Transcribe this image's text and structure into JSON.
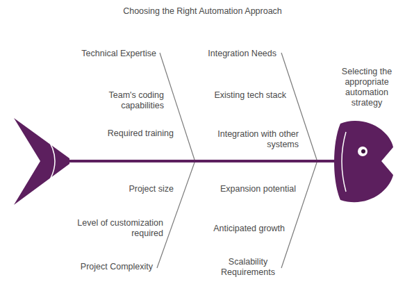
{
  "diagram": {
    "title": "Choosing the Right Automation Approach",
    "labels": [
      "Technical Expertise",
      "Integration Needs",
      "Selecting the appropriate automation strategy",
      "Team's coding capabilities",
      "Existing tech stack",
      "Required training",
      "Integration with other systems",
      "Project size",
      "Expansion potential",
      "Level of customization required",
      "Anticipated growth",
      "Project Complexity",
      "Scalability Requirements"
    ]
  }
}
